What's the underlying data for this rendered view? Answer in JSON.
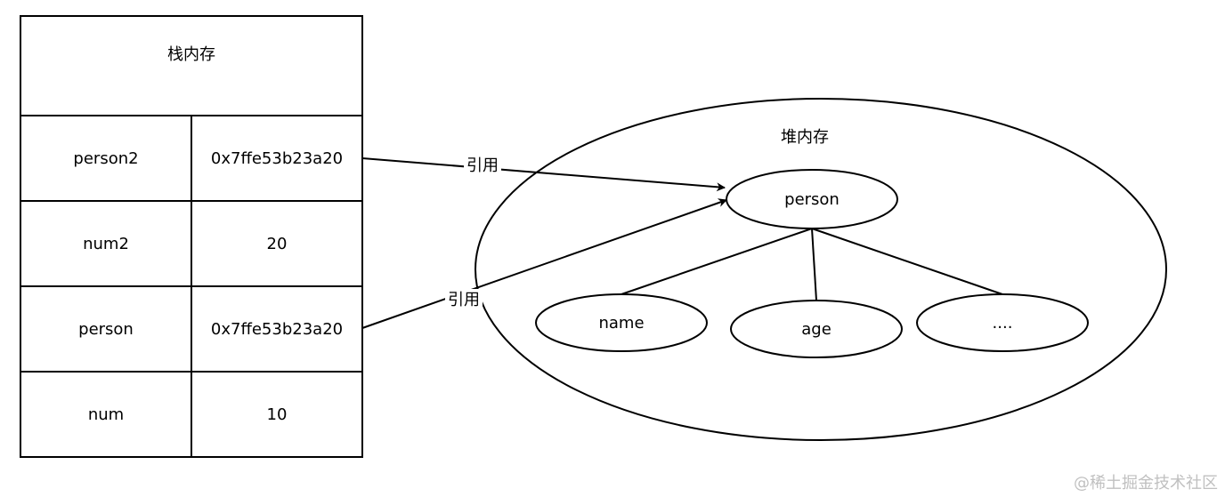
{
  "stack": {
    "title": "栈内存",
    "rows": [
      {
        "name": "person2",
        "value": "0x7ffe53b23a20"
      },
      {
        "name": "num2",
        "value": "20"
      },
      {
        "name": "person",
        "value": "0x7ffe53b23a20"
      },
      {
        "name": "num",
        "value": "10"
      }
    ]
  },
  "heap": {
    "title": "堆内存",
    "object": "person",
    "fields": [
      "name",
      "age",
      "...."
    ]
  },
  "references": {
    "label_top": "引用",
    "label_bottom": "引用"
  },
  "watermark": "@稀土掘金技术社区"
}
